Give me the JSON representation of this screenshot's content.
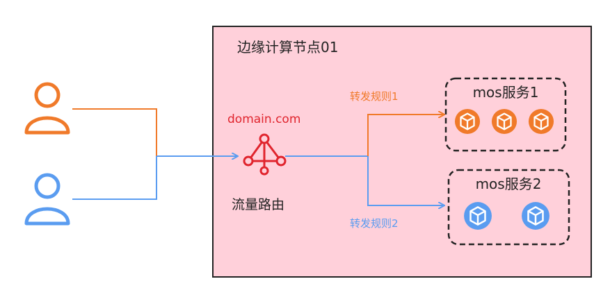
{
  "edge_node": {
    "title": "边缘计算节点01"
  },
  "router": {
    "domain": "domain.com",
    "label": "流量路由"
  },
  "rules": [
    {
      "label": "转发规则1",
      "color": "#f07a2a"
    },
    {
      "label": "转发规则2",
      "color": "#5a9cf0"
    }
  ],
  "services": [
    {
      "name": "mos服务1",
      "instance_count": 3,
      "color": "#f07a2a",
      "icon": "cube-icon"
    },
    {
      "name": "mos服务2",
      "instance_count": 2,
      "color": "#5a9cf0",
      "icon": "cube-icon"
    }
  ],
  "users": [
    {
      "icon": "user-icon",
      "color": "#f07a2a"
    },
    {
      "icon": "user-icon",
      "color": "#5a9cf0"
    }
  ],
  "colors": {
    "node_fill": "#ffd0da",
    "node_border": "#222222",
    "router_red": "#e0242d",
    "text_dark": "#222222"
  }
}
